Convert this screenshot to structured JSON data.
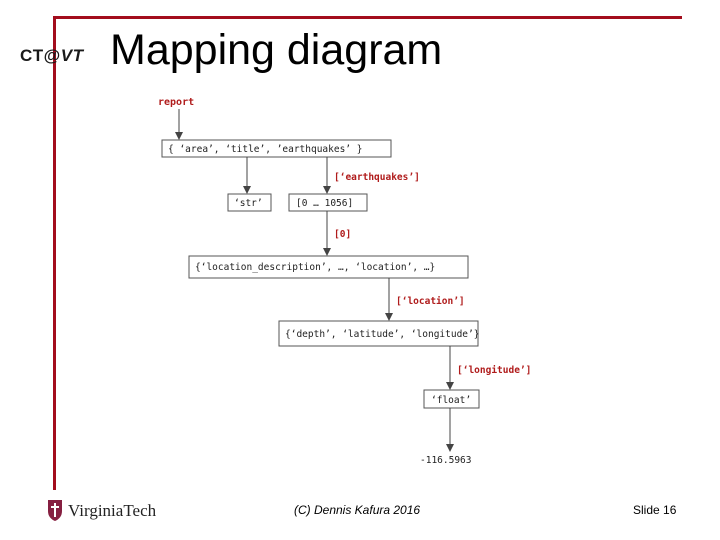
{
  "slide": {
    "logo_left": {
      "ct": "CT",
      "at": "@",
      "vt": "VT"
    },
    "title": "Mapping diagram",
    "footer_center": "(C) Dennis Kafura 2016",
    "footer_right": "Slide 16",
    "university_logo_text": "VirginiaTech"
  },
  "diagram": {
    "root_label": "report",
    "box_top": "{ ‘area’, ‘title’, ’earthquakes’ }",
    "key_earthquakes": "[‘earthquakes’]",
    "box_str": "‘str’",
    "box_range": "[0 … 1056]",
    "key_index": "[0]",
    "box_location_desc": "{‘location_description’, …, ‘location’, …}",
    "key_location": "[‘location’]",
    "box_depth": "{‘depth’, ‘latitude’, ‘longitude’}",
    "key_longitude": "[‘longitude’]",
    "box_float": "‘float’",
    "value_result": "-116.5963"
  },
  "colors": {
    "frame": "#a30d1d",
    "key_label": "#b01c1c",
    "box_border": "#555555",
    "arrow": "#444444"
  }
}
